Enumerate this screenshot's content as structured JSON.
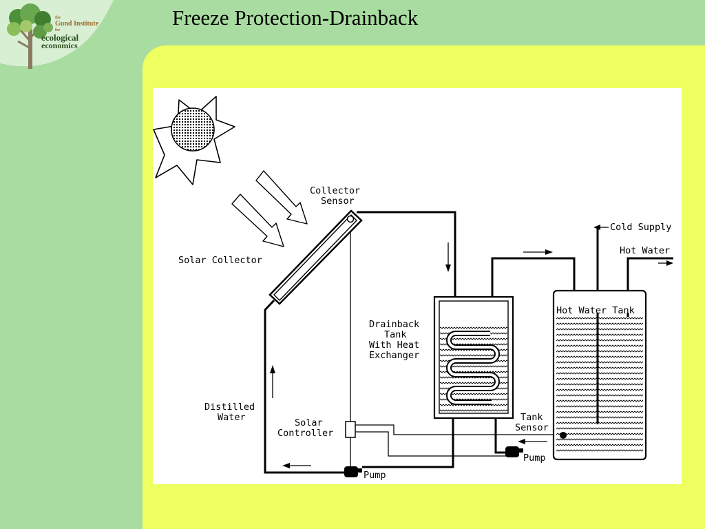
{
  "slide": {
    "title": "Freeze Protection-Drainback"
  },
  "logo": {
    "line_the": "the",
    "line_gund": "Gund Institute",
    "line_for": "for",
    "line_ecological": "ecological",
    "line_economics": "economics"
  },
  "diagram": {
    "labels": {
      "collector_sensor_1": "Collector",
      "collector_sensor_2": "Sensor",
      "solar_collector": "Solar Collector",
      "cold_supply": "Cold Supply",
      "hot_water": "Hot Water",
      "hot_water_tank": "Hot Water Tank",
      "drainback_1": "Drainback",
      "drainback_2": "Tank",
      "drainback_3": "With Heat",
      "drainback_4": "Exchanger",
      "distilled_1": "Distilled",
      "distilled_2": "Water",
      "controller_1": "Solar",
      "controller_2": "Controller",
      "tank_sensor_1": "Tank",
      "tank_sensor_2": "Sensor",
      "pump_left": "Pump",
      "pump_right": "Pump"
    }
  }
}
